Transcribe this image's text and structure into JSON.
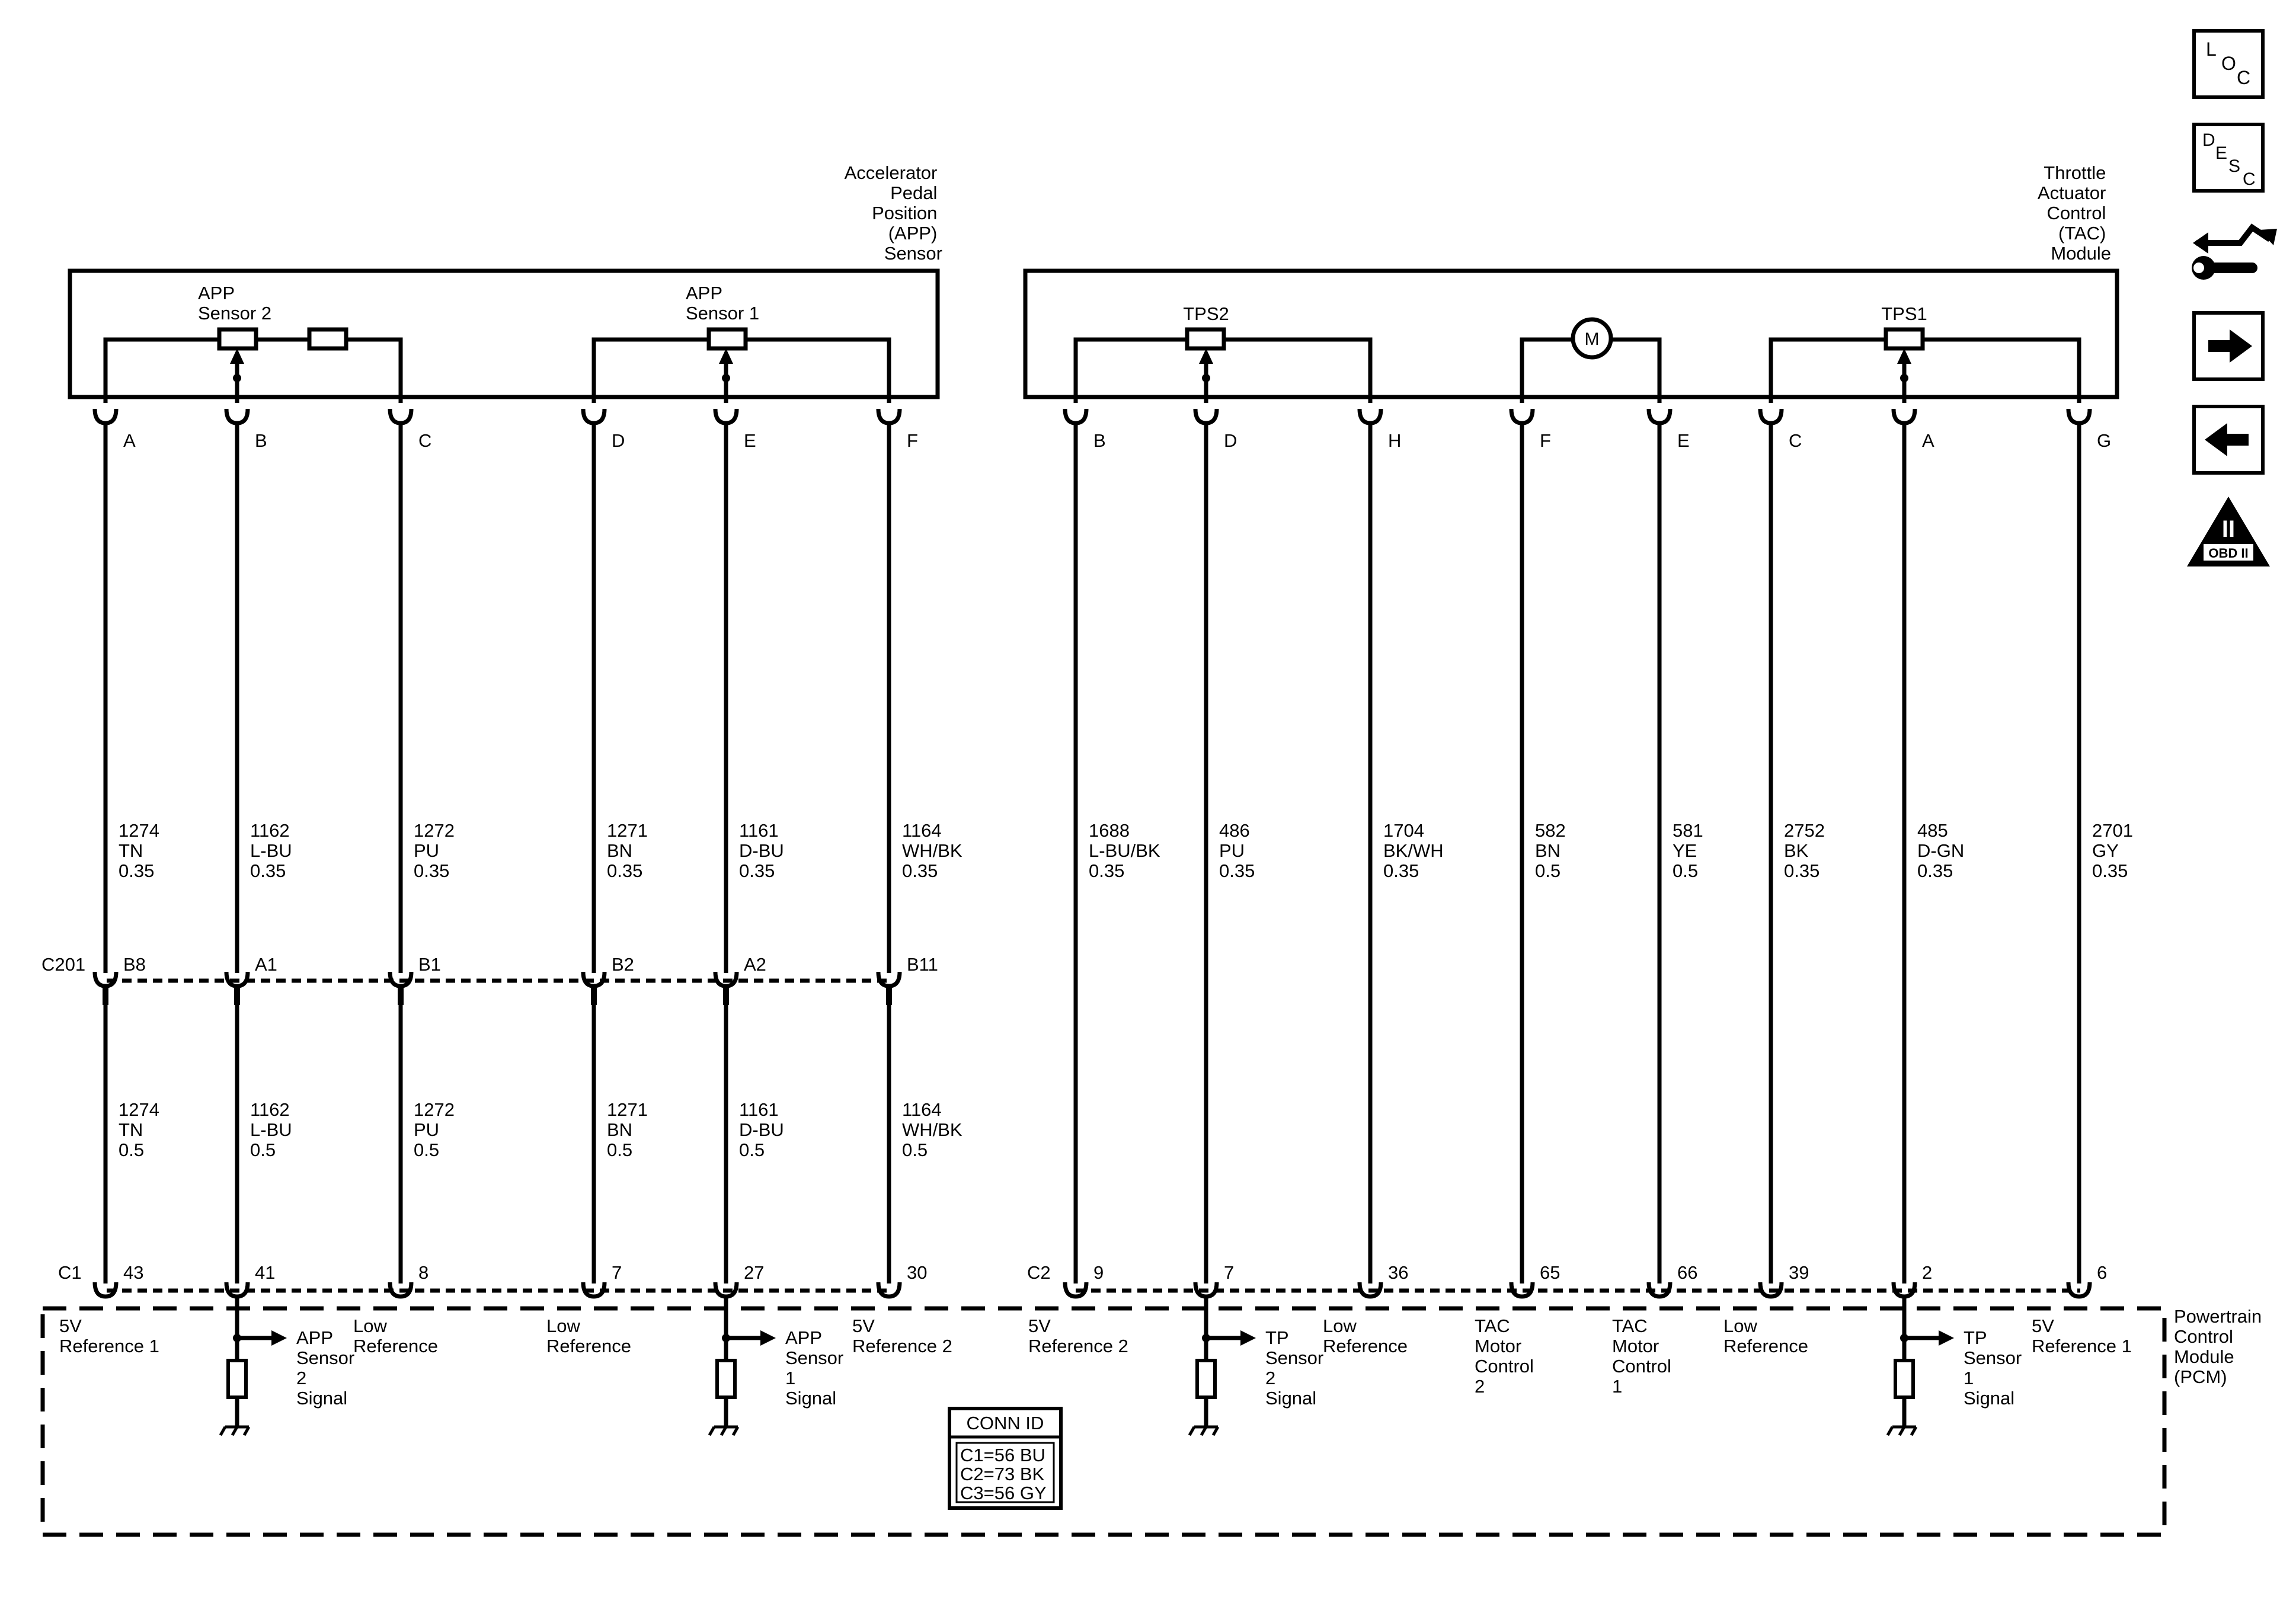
{
  "components": {
    "app_sensor": {
      "title": [
        "Accelerator",
        "Pedal",
        "Position",
        "(APP)",
        "Sensor"
      ],
      "sensor2_label": [
        "APP",
        "Sensor 2"
      ],
      "sensor1_label": [
        "APP",
        "Sensor 1"
      ]
    },
    "tac_module": {
      "title": [
        "Throttle",
        "Actuator",
        "Control",
        "(TAC)",
        "Module"
      ],
      "tps2_label": "TPS2",
      "tps1_label": "TPS1",
      "motor_label": "M"
    },
    "pcm": {
      "title": [
        "Powertrain",
        "Control",
        "Module",
        "(PCM)"
      ]
    }
  },
  "connectors": {
    "inline_left": "C201",
    "pcm_c1": "C1",
    "pcm_c2": "C2"
  },
  "circuits": [
    {
      "top_pin": "A",
      "mid_pin": "B8",
      "pcm_pin": "43",
      "upper": [
        "1274",
        "TN",
        "0.35"
      ],
      "lower": [
        "1274",
        "TN",
        "0.5"
      ],
      "pcm_label": [
        "5V",
        "Reference 1"
      ]
    },
    {
      "top_pin": "B",
      "mid_pin": "A1",
      "pcm_pin": "41",
      "upper": [
        "1162",
        "L-BU",
        "0.35"
      ],
      "lower": [
        "1162",
        "L-BU",
        "0.5"
      ],
      "pcm_label": [
        "APP",
        "Sensor",
        "2",
        "Signal"
      ]
    },
    {
      "top_pin": "C",
      "mid_pin": "B1",
      "pcm_pin": "8",
      "upper": [
        "1272",
        "PU",
        "0.35"
      ],
      "lower": [
        "1272",
        "PU",
        "0.5"
      ],
      "pcm_label": [
        "Low",
        "Reference"
      ]
    },
    {
      "top_pin": "D",
      "mid_pin": "B2",
      "pcm_pin": "7",
      "upper": [
        "1271",
        "BN",
        "0.35"
      ],
      "lower": [
        "1271",
        "BN",
        "0.5"
      ],
      "pcm_label": [
        "Low",
        "Reference"
      ]
    },
    {
      "top_pin": "E",
      "mid_pin": "A2",
      "pcm_pin": "27",
      "upper": [
        "1161",
        "D-BU",
        "0.35"
      ],
      "lower": [
        "1161",
        "D-BU",
        "0.5"
      ],
      "pcm_label": [
        "APP",
        "Sensor",
        "1",
        "Signal"
      ]
    },
    {
      "top_pin": "F",
      "mid_pin": "B11",
      "pcm_pin": "30",
      "upper": [
        "1164",
        "WH/BK",
        "0.35"
      ],
      "lower": [
        "1164",
        "WH/BK",
        "0.5"
      ],
      "pcm_label": [
        "5V",
        "Reference 2"
      ]
    },
    {
      "top_pin": "B",
      "pcm_pin": "9",
      "upper": [
        "1688",
        "L-BU/BK",
        "0.35"
      ],
      "pcm_label": [
        "5V",
        "Reference 2"
      ]
    },
    {
      "top_pin": "D",
      "pcm_pin": "7",
      "upper": [
        "486",
        "PU",
        "0.35"
      ],
      "pcm_label": [
        "TP",
        "Sensor",
        "2",
        "Signal"
      ]
    },
    {
      "top_pin": "H",
      "pcm_pin": "36",
      "upper": [
        "1704",
        "BK/WH",
        "0.35"
      ],
      "pcm_label": [
        "Low",
        "Reference"
      ]
    },
    {
      "top_pin": "F",
      "pcm_pin": "65",
      "upper": [
        "582",
        "BN",
        "0.5"
      ],
      "pcm_label": [
        "TAC",
        "Motor",
        "Control",
        "2"
      ]
    },
    {
      "top_pin": "E",
      "pcm_pin": "66",
      "upper": [
        "581",
        "YE",
        "0.5"
      ],
      "pcm_label": [
        "TAC",
        "Motor",
        "Control",
        "1"
      ]
    },
    {
      "top_pin": "C",
      "pcm_pin": "39",
      "upper": [
        "2752",
        "BK",
        "0.35"
      ],
      "pcm_label": [
        "Low",
        "Reference"
      ]
    },
    {
      "top_pin": "A",
      "pcm_pin": "2",
      "upper": [
        "485",
        "D-GN",
        "0.35"
      ],
      "pcm_label": [
        "TP",
        "Sensor",
        "1",
        "Signal"
      ]
    },
    {
      "top_pin": "G",
      "pcm_pin": "6",
      "upper": [
        "2701",
        "GY",
        "0.35"
      ],
      "pcm_label": [
        "5V",
        "Reference 1"
      ]
    }
  ],
  "conn_id": {
    "title": "CONN ID",
    "rows": [
      "C1=56 BU",
      "C2=73 BK",
      "C3=56 GY"
    ]
  },
  "side_buttons": {
    "loc": {
      "a": "L",
      "b": "O",
      "c": "C"
    },
    "desc": {
      "a": "D",
      "b": "E",
      "c": "S",
      "d": "C"
    },
    "obd": {
      "numeral": "II",
      "text": "OBD II"
    }
  },
  "icons": [
    "loc-icon",
    "desc-icon",
    "connector-wrench-icon",
    "arrow-right-icon",
    "arrow-left-icon",
    "obd-ii-icon"
  ]
}
